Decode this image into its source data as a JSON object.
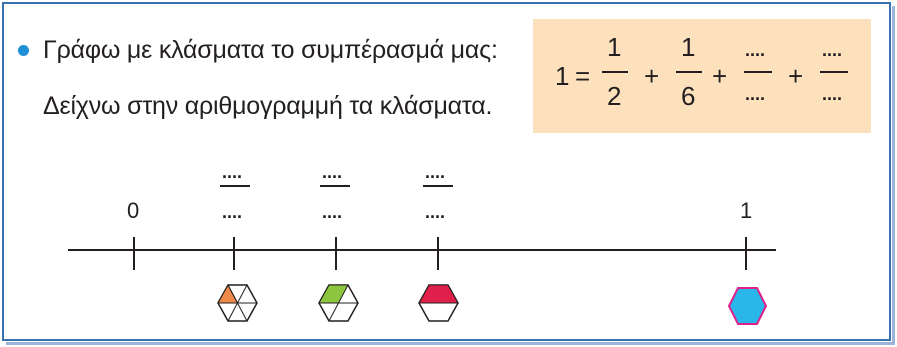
{
  "text": {
    "line1": "Γράφω με κλάσματα το συμπέρασμά μας:",
    "line2": "Δείχνω στην αριθμογραμμή τα κλάσματα."
  },
  "equation": {
    "lhs": "1",
    "equals": "=",
    "plus": "+",
    "terms": [
      {
        "numerator": "1",
        "denominator": "2"
      },
      {
        "numerator": "1",
        "denominator": "6"
      },
      {
        "numerator": "....",
        "denominator": "...."
      },
      {
        "numerator": "....",
        "denominator": "...."
      }
    ]
  },
  "number_line": {
    "start_label": "0",
    "end_label": "1",
    "blank_fraction": {
      "numerator": "....",
      "denominator": "...."
    }
  },
  "colors": {
    "frame": "#3a6fb0",
    "bullet": "#1f8fd6",
    "equation_bg": "#fde1bd",
    "orange": "#f08a4b",
    "green": "#8cc63f",
    "red": "#e0204a",
    "blue": "#29b6e8"
  }
}
